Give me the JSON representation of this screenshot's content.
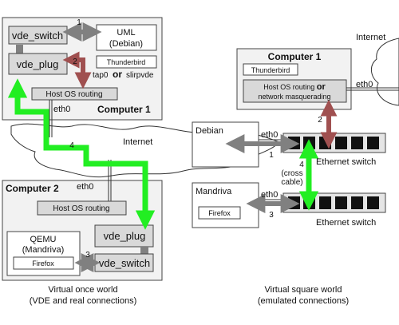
{
  "left": {
    "computer1": {
      "title": "Computer 1",
      "vde_switch": "vde_switch",
      "vde_plug": "vde_plug",
      "uml_line1": "UML",
      "uml_line2": "(Debian)",
      "thunderbird": "Thunderbird",
      "host_routing": "Host OS routing",
      "label_1": "1",
      "label_2": "2",
      "tap0": "tap0",
      "or": "or",
      "slirpvde": "slirpvde",
      "eth0": "eth0"
    },
    "internet": "Internet",
    "label_4": "4",
    "computer2": {
      "title": "Computer 2",
      "eth0": "eth0",
      "host_routing": "Host OS routing",
      "qemu_line1": "QEMU",
      "qemu_line2": "(Mandriva)",
      "firefox": "Firefox",
      "vde_plug": "vde_plug",
      "vde_switch": "vde_switch",
      "label_3": "3"
    },
    "caption_line1": "Virtual once world",
    "caption_line2": "(VDE and real connections)"
  },
  "right": {
    "internet": "Internet",
    "computer1": {
      "title": "Computer 1",
      "thunderbird": "Thunderbird",
      "routing_line1_a": "Host OS routing",
      "routing_line1_b": "or",
      "routing_line2": "network masquerading",
      "eth0": "eth0",
      "label_2": "2"
    },
    "debian": {
      "title": "Debian",
      "eth0": "eth0",
      "label_1": "1"
    },
    "ethernet_switch_top": "Ethernet switch",
    "cross_label_4": "4",
    "cross_label_a": "(cross",
    "cross_label_b": "cable)",
    "mandriva": {
      "title": "Mandriva",
      "firefox": "Firefox",
      "eth0": "eth0",
      "label_3": "3"
    },
    "ethernet_switch_bottom": "Ethernet switch",
    "caption_line1": "Virtual square world",
    "caption_line2": "(emulated connections)"
  },
  "colors": {
    "green": "#22ee22",
    "maroon": "#a05050",
    "gray_arrow": "#808080",
    "box_fill": "#d9d9d9",
    "panel_fill": "#f2f2f2"
  }
}
